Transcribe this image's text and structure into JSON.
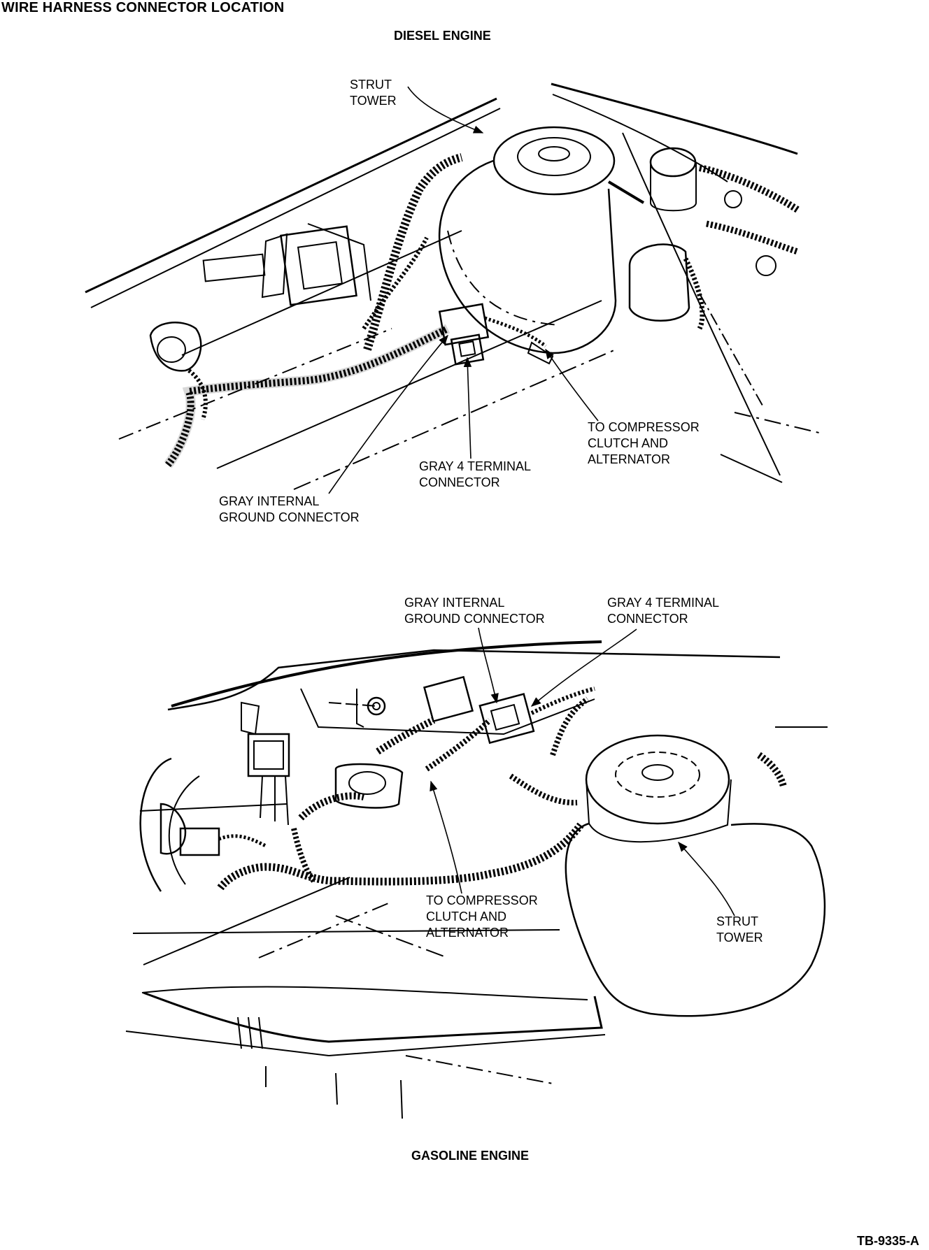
{
  "page_title": "WIRE HARNESS CONNECTOR LOCATION",
  "diesel": {
    "title": "DIESEL ENGINE",
    "labels": {
      "strut_tower": [
        "STRUT",
        "TOWER"
      ],
      "compressor": [
        "TO COMPRESSOR",
        "CLUTCH AND",
        "ALTERNATOR"
      ],
      "gray4": [
        "GRAY 4 TERMINAL",
        "CONNECTOR"
      ],
      "ground": [
        "GRAY INTERNAL",
        "GROUND CONNECTOR"
      ]
    }
  },
  "gasoline": {
    "title": "GASOLINE ENGINE",
    "labels": {
      "ground": [
        "GRAY INTERNAL",
        "GROUND CONNECTOR"
      ],
      "gray4": [
        "GRAY 4 TERMINAL",
        "CONNECTOR"
      ],
      "compressor": [
        "TO COMPRESSOR",
        "CLUTCH AND",
        "ALTERNATOR"
      ],
      "strut_tower": [
        "STRUT",
        "TOWER"
      ]
    }
  },
  "figure_ref": "TB-9335-A"
}
